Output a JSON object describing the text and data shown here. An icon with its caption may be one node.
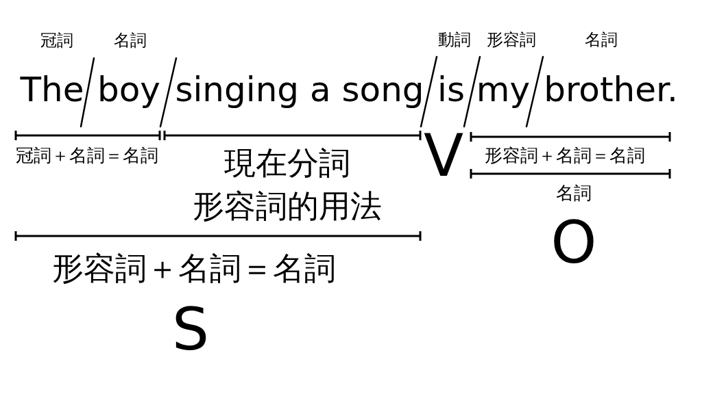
{
  "diagram": {
    "labels": [
      "冠詞",
      "名詞",
      "動詞",
      "形容詞",
      "名詞",
      "The",
      "boy",
      "singing a song",
      "is",
      "my",
      "brother.",
      "冠詞＋名詞＝名詞",
      "現在分詞形容詞的用法",
      "V",
      "形容詞＋名詞＝名詞",
      "名詞",
      "O",
      "形容詞＋名詞＝名詞",
      "S"
    ]
  }
}
